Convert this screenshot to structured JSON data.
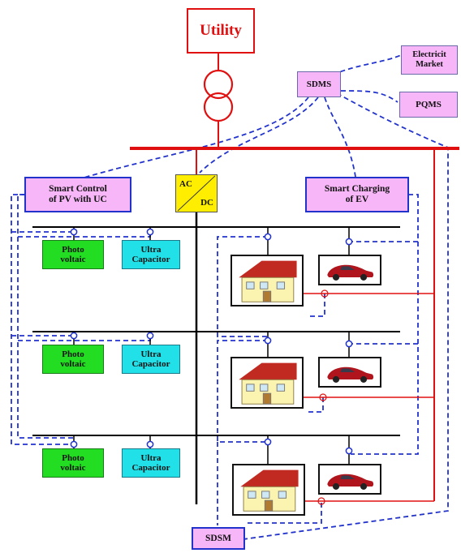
{
  "utility": {
    "label": "Utility"
  },
  "ac_dc": {
    "top": "AC",
    "bottom": "DC"
  },
  "sdms": {
    "label": "SDMS"
  },
  "electricity_market": {
    "label": "Electricit\nMarket"
  },
  "pqms": {
    "label": "PQMS"
  },
  "smart_control_pv": {
    "label": "Smart Control\nof PV with UC"
  },
  "smart_charging_ev": {
    "label": "Smart Charging\nof EV"
  },
  "sdsm": {
    "label": "SDSM"
  },
  "levels": [
    {
      "pv_label": "Photo\nvoltaic",
      "uc_label": "Ultra\nCapacitor"
    },
    {
      "pv_label": "Photo\nvoltaic",
      "uc_label": "Ultra\nCapacitor"
    },
    {
      "pv_label": "Photo\nvoltaic",
      "uc_label": "Ultra\nCapacitor"
    }
  ],
  "colors": {
    "power_line": "#e01010",
    "control_line": "#2233cc",
    "bus": "#000000",
    "controller_fill": "#f7b6f7",
    "pv_fill": "#22dd22",
    "uc_fill": "#22e0e8",
    "ac_dc_fill": "#ffee00",
    "car_body": "#b0141c",
    "house_wall": "#fbf3b0",
    "house_roof": "#c02a20"
  }
}
